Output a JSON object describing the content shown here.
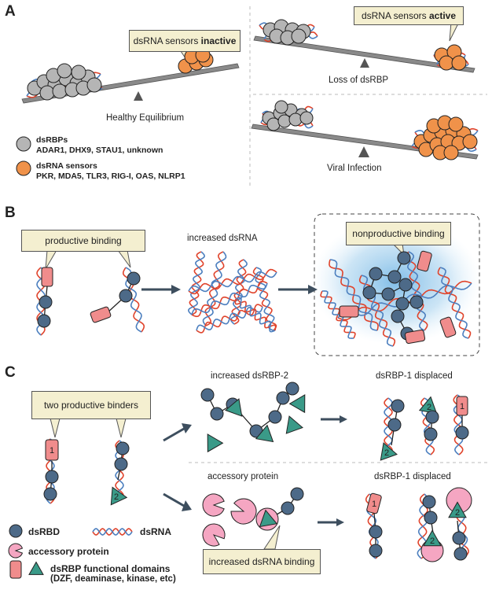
{
  "panels": {
    "a": "A",
    "b": "B",
    "c": "C"
  },
  "section_a": {
    "callout_inactive": {
      "prefix": "dsRNA sensors ",
      "bold": "inactive"
    },
    "callout_active": {
      "prefix": "dsRNA sensors ",
      "bold": "active"
    },
    "healthy_label": "Healthy Equilibrium",
    "loss_label": "Loss of dsRBP",
    "viral_label": "Viral Infection",
    "legend": {
      "dsrbps_title": "dsRBPs",
      "dsrbps_list": "ADAR1, DHX9, STAU1, unknown",
      "sensors_title": "dsRNA sensors",
      "sensors_list": "PKR, MDA5, TLR3, RIG-I, OAS, NLRP1"
    }
  },
  "section_b": {
    "productive": "productive binding",
    "increased": "increased dsRNA",
    "nonproductive": "nonproductive binding"
  },
  "section_c": {
    "two_binders": "two productive binders",
    "increased_dsrbp2": "increased dsRBP-2",
    "displaced_top": "dsRBP-1 displaced",
    "accessory": "accessory protein",
    "displaced_bottom": "dsRBP-1 displaced",
    "increased_binding": "increased dsRNA binding",
    "tag1": "1",
    "tag2": "2"
  },
  "legend_c": {
    "dsrbd": "dsRBD",
    "dsrna": "dsRNA",
    "accessory": "accessory protein",
    "functional_title": "dsRBP functional domains",
    "functional_examples": "(DZF, deaminase, kinase, etc)"
  },
  "colors": {
    "dsrbd": "#4d6a88",
    "sensor": "#f0924a",
    "dsrbp_gray": "#b5b5b5",
    "domain_box": "#f08c8c",
    "domain_triangle": "#3a9a88",
    "accessory": "#f5a6c2",
    "rna_red": "#e0442c",
    "rna_blue": "#4c7fbf",
    "callout_bg": "#f4efd0"
  }
}
